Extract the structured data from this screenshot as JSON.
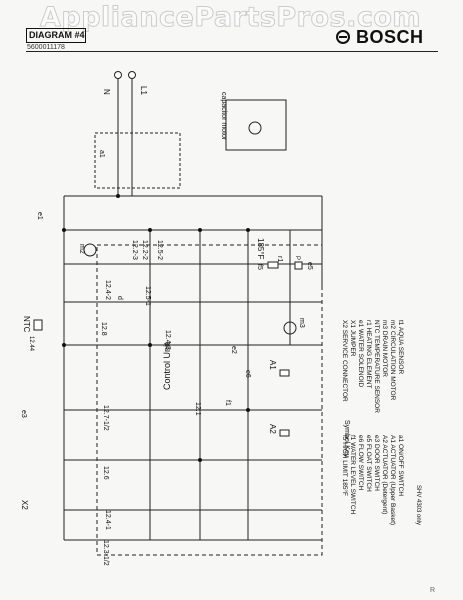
{
  "watermark": "AppliancePartsPros.com",
  "header": {
    "diagram_label": "DIAGRAM #4",
    "doc_number": "5600011178",
    "brand": "BOSCH",
    "page_mark": "R"
  },
  "supply": {
    "neutral": "N",
    "line": "L1"
  },
  "capacitor_motor_label": "capacitor motor",
  "control_unit_label": "Control Unit",
  "components": {
    "a1": "a1",
    "e1": "e1",
    "m2": "m2",
    "m3": "m3",
    "ntc": "NTC",
    "x2": "X2",
    "e3": "e3",
    "a1_lower": "A1",
    "a2": "A2",
    "f1": "f1",
    "f5": "f5",
    "e5": "e5",
    "e6": "e6",
    "e2": "e2",
    "d": "d",
    "temp": "185°F",
    "r1": "r1",
    "p": "P"
  },
  "terminals": {
    "t1": "12.2-3",
    "t2": "12.2-2",
    "t3": "12.5-2",
    "t4": "12.4-2",
    "t5": "12.5-1",
    "t6": "12.8",
    "t7": "12.4-3",
    "t8": "12.7-1/2",
    "t9": "12.6",
    "t10": "12.1",
    "t11": "12.4-1",
    "t12": "12.3-1/2",
    "ntc_terminal": "12.44"
  },
  "symbol_key": {
    "title": "Symbol Key",
    "column1": [
      "a1  ON/OFF SWITCH",
      "A1  ACTUATOR (Upper Basket)",
      "A2  ACTUATOR (Detergent)",
      "e3  DOOR SWITCH",
      "e5  FLOAT SWITCH",
      "e6  FLOW SWITCH",
      "f1  WATER LEVEL SWITCH",
      "f5  HIGH LIMIT 185°F"
    ],
    "column2": [
      "t1  AQUA SENSOR",
      "m2  CIRCULATION MOTOR",
      "m3  DRAIN MOTOR",
      "NTC  TEMPERATURE SENSOR",
      "r1  HEATING ELEMENT",
      "e1  WATER SOLENOID",
      "X1  JUMPER",
      "X2  SERVICE CONNECTOR"
    ],
    "note": "SHV 4303 only"
  }
}
